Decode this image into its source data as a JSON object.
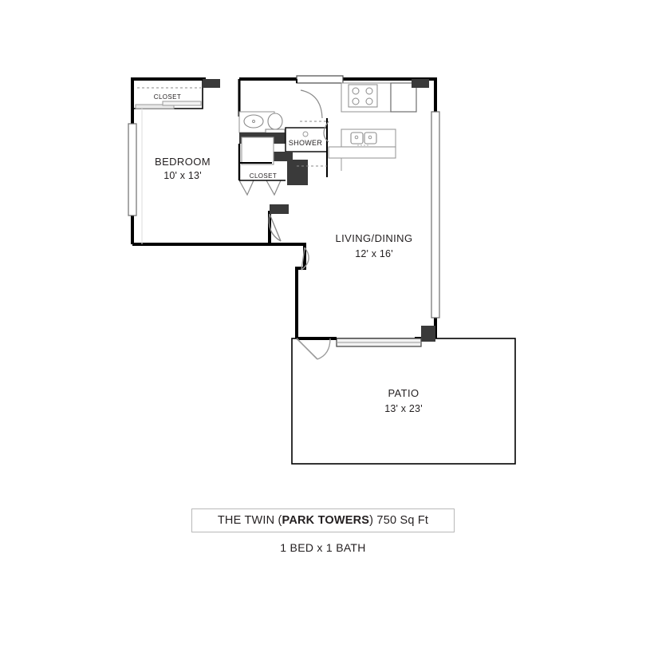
{
  "plan": {
    "title": "THE TWIN (PARK TOWERS) 750 Sq Ft",
    "caption_prefix": "THE TWIN (",
    "caption_bold": "PARK TOWERS",
    "caption_suffix": ") 750 Sq Ft",
    "subcaption": "1 BED x 1 BATH",
    "unit_name": "THE TWIN",
    "community": "PARK TOWERS",
    "area": "750 Sq Ft",
    "beds_baths": "1 BED x 1 BATH"
  },
  "rooms": [
    {
      "name": "BEDROOM",
      "dims": "10' x 13'"
    },
    {
      "name": "LIVING/DINING",
      "dims": "12' x 16'"
    },
    {
      "name": "PATIO",
      "dims": "13' x 23'"
    }
  ],
  "labels": {
    "closet_top": "CLOSET",
    "closet_bottom": "CLOSET",
    "shower": "SHOWER"
  },
  "colors": {
    "wall": "#000000",
    "wall_fill": "#3a3a3a",
    "fixture_stroke": "#8a8a8a",
    "patio_outline": "#000000",
    "text": "#231f20",
    "caption_border": "#b9b9b9",
    "background": "#ffffff"
  }
}
